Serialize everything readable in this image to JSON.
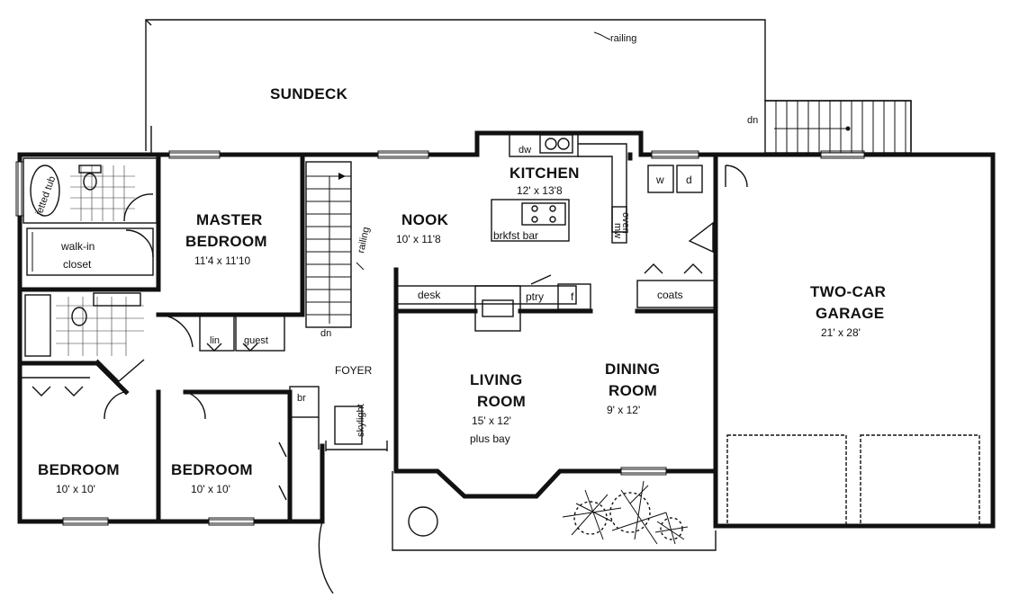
{
  "rooms": {
    "sundeck": {
      "name": "SUNDECK"
    },
    "kitchen": {
      "name": "KITCHEN",
      "dims": "12' x 13'8"
    },
    "nook": {
      "name": "NOOK",
      "dims": "10' x 11'8"
    },
    "master": {
      "name_line1": "MASTER",
      "name_line2": "BEDROOM",
      "dims": "11'4 x 11'10"
    },
    "garage": {
      "name_line1": "TWO-CAR",
      "name_line2": "GARAGE",
      "dims": "21' x 28'"
    },
    "living": {
      "name_line1": "LIVING",
      "name_line2": "ROOM",
      "dims_line1": "15' x 12'",
      "dims_line2": "plus bay"
    },
    "dining": {
      "name_line1": "DINING",
      "name_line2": "ROOM",
      "dims": "9' x 12'"
    },
    "bedroom1": {
      "name": "BEDROOM",
      "dims": "10' x 10'"
    },
    "bedroom2": {
      "name": "BEDROOM",
      "dims": "10' x 10'"
    },
    "foyer": {
      "name": "FOYER"
    }
  },
  "labels": {
    "railing_top": "railing",
    "railing_stair": "railing",
    "dn_deck": "dn",
    "dn_stair": "dn",
    "jetted_tub": "jetted tub",
    "walk_in_line1": "walk-in",
    "walk_in_line2": "closet",
    "dw": "dw",
    "w": "w",
    "d": "d",
    "oven": "oven",
    "mw": "mw",
    "brkfst_bar": "brkfst bar",
    "desk": "desk",
    "ptry": "ptry",
    "f": "f",
    "coats": "coats",
    "lin": "lin",
    "guest": "guest",
    "br": "br",
    "skylight": "skylight"
  }
}
